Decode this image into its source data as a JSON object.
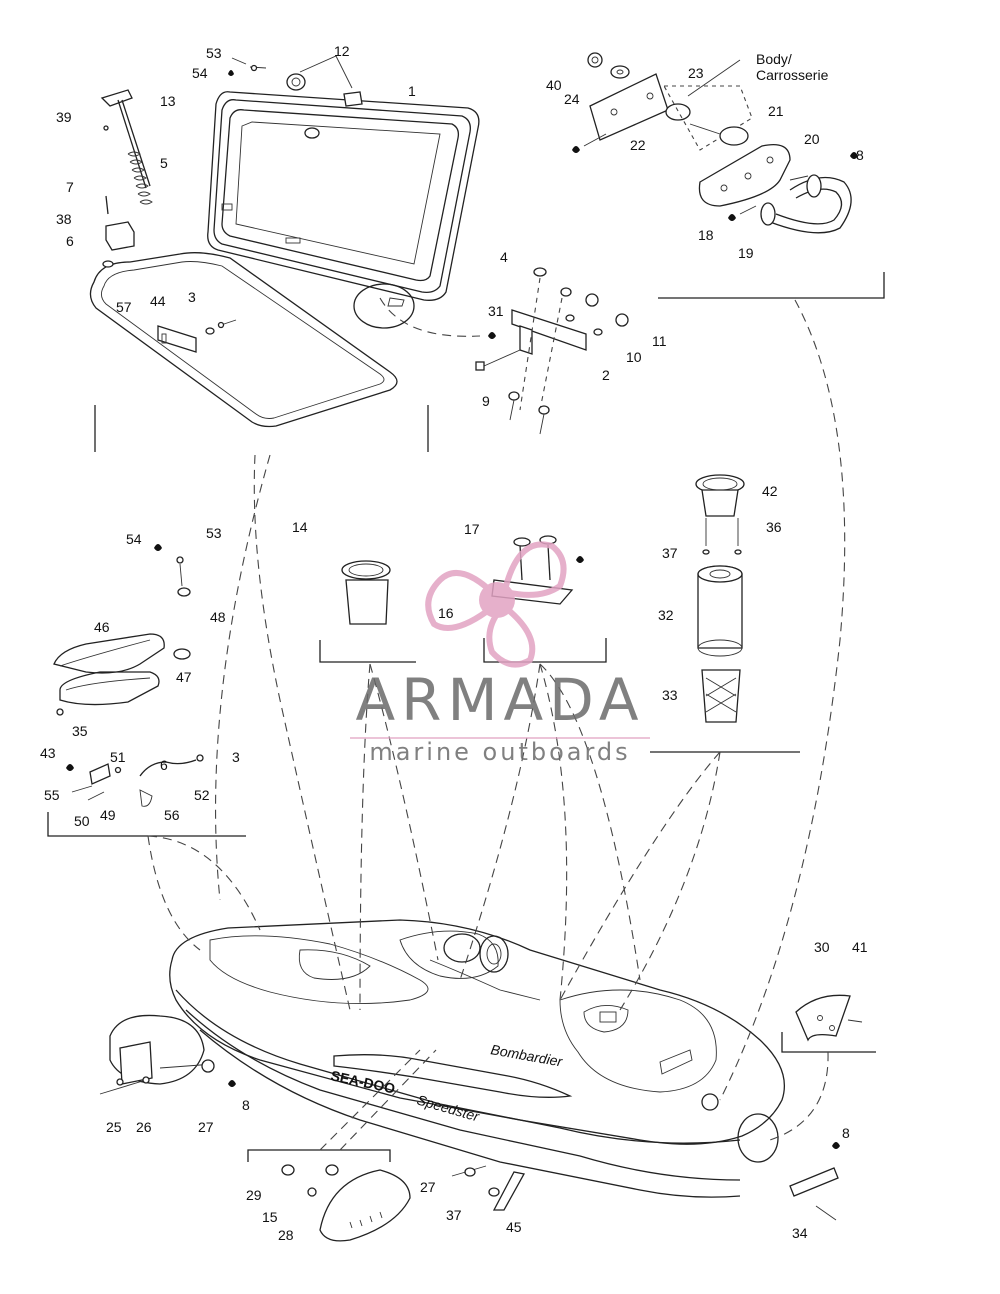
{
  "diagram": {
    "body_label_line1": "Body/",
    "body_label_line2": "Carrosserie",
    "callouts": [
      "53",
      "54",
      "12",
      "1",
      "13",
      "39",
      "5",
      "7",
      "38",
      "6",
      "57",
      "44",
      "3",
      "40",
      "24",
      "23",
      "22",
      "21",
      "20",
      "8",
      "18",
      "19",
      "4",
      "31",
      "2",
      "11",
      "10",
      "9",
      "42",
      "36",
      "37",
      "32",
      "33",
      "14",
      "17",
      "16",
      "54",
      "53",
      "46",
      "47",
      "48",
      "35",
      "43",
      "51",
      "6",
      "3",
      "55",
      "49",
      "50",
      "52",
      "56",
      "30",
      "41",
      "25",
      "26",
      "27",
      "8",
      "29",
      "15",
      "28",
      "27",
      "37",
      "45",
      "8",
      "34"
    ]
  },
  "watermark": {
    "brand": "ARMADA",
    "tagline": "marine outboards",
    "brand_color": "#6b6b6b",
    "accent_color": "#e2a3c3"
  }
}
